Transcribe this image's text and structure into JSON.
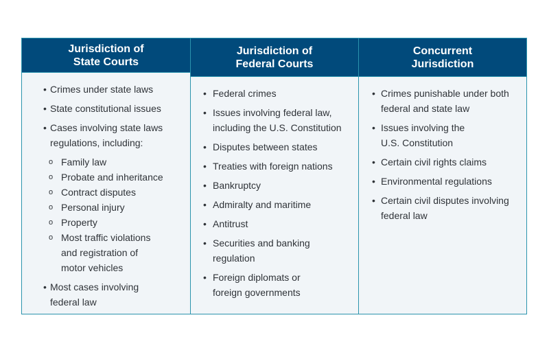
{
  "columns": [
    {
      "header": "Jurisdiction of\nState Courts",
      "items": [
        {
          "text": "Crimes under state laws",
          "level": 1
        },
        {
          "text": "State constitutional issues",
          "level": 1
        },
        {
          "text": "Cases involving state laws\nregulations, including:",
          "level": 1
        },
        {
          "text": "Family law",
          "level": 2
        },
        {
          "text": "Probate and inheritance",
          "level": 2
        },
        {
          "text": "Contract disputes",
          "level": 2
        },
        {
          "text": "Personal injury",
          "level": 2
        },
        {
          "text": "Property",
          "level": 2
        },
        {
          "text": "Most traffic violations\nand registration of\nmotor vehicles",
          "level": 2
        },
        {
          "text": "Most cases involving\nfederal law",
          "level": 1
        }
      ]
    },
    {
      "header": "Jurisdiction of\nFederal Courts",
      "items": [
        {
          "text": "Federal crimes",
          "level": 1
        },
        {
          "text": "Issues involving federal law,\nincluding the U.S. Constitution",
          "level": 1
        },
        {
          "text": "Disputes between states",
          "level": 1
        },
        {
          "text": "Treaties with foreign nations",
          "level": 1
        },
        {
          "text": "Bankruptcy",
          "level": 1
        },
        {
          "text": "Admiralty and maritime",
          "level": 1
        },
        {
          "text": "Antitrust",
          "level": 1
        },
        {
          "text": "Securities and banking\nregulation",
          "level": 1
        },
        {
          "text": "Foreign diplomats or\nforeign governments",
          "level": 1
        }
      ]
    },
    {
      "header": "Concurrent\nJurisdiction",
      "items": [
        {
          "text": "Crimes punishable under both\nfederal and state law",
          "level": 1
        },
        {
          "text": "Issues involving the\nU.S. Constitution",
          "level": 1
        },
        {
          "text": "Certain civil rights claims",
          "level": 1
        },
        {
          "text": "Environmental regulations",
          "level": 1
        },
        {
          "text": "Certain civil disputes involving\nfederal law",
          "level": 1
        }
      ]
    }
  ],
  "colors": {
    "header_bg": "#014a7b",
    "border": "#2a93ad",
    "body_bg": "#f1f5f8"
  }
}
